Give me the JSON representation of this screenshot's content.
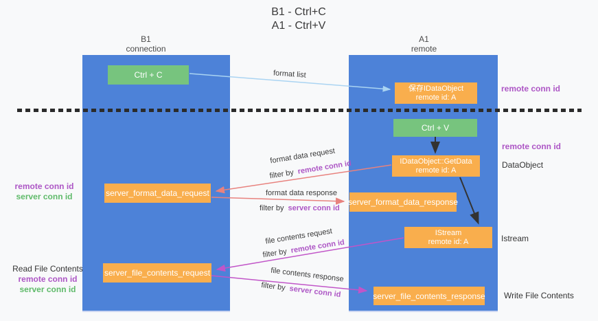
{
  "title": {
    "line1": "B1 - Ctrl+C",
    "line2": "A1 - Ctrl+V"
  },
  "columns": {
    "left": {
      "header_line1": "B1",
      "header_line2": "connection"
    },
    "right": {
      "header_line1": "A1",
      "header_line2": "remote"
    }
  },
  "nodes": {
    "ctrl_c": "Ctrl + C",
    "save_dataobject": {
      "line1": "保存IDataObject",
      "line2": "remote id: A"
    },
    "ctrl_v": "Ctrl + V",
    "getdata": {
      "line1": "IDataObject::GetData",
      "line2": "remote id: A"
    },
    "format_request": "server_format_data_request",
    "format_response": "server_format_data_response",
    "istream": {
      "line1": "IStream",
      "line2": "remote id: A"
    },
    "file_request": "server_file_contents_request",
    "file_response": "server_file_contents_response"
  },
  "side_labels": {
    "remote_conn_id_top": "remote conn id",
    "remote_conn_id_mid": "remote conn id",
    "dataobject": "DataObject",
    "istream": "Istream",
    "write_file_contents": "Write File Contents",
    "left_remote_conn_id_1": "remote conn id",
    "left_server_conn_id_1": "server conn id",
    "read_file_contents": "Read File Contents",
    "left_remote_conn_id_2": "remote conn id",
    "left_server_conn_id_2": "server conn id"
  },
  "arrow_labels": {
    "format_list": "format list",
    "format_data_request": "format data request",
    "filter_by_1": "filter by",
    "filter_remote_1": "remote conn id",
    "format_data_response": "format data response",
    "filter_by_2": "filter by",
    "filter_server_2": "server conn id",
    "file_contents_request": "file contents request",
    "filter_by_3": "filter by",
    "filter_remote_3": "remote conn id",
    "file_contents_response": "file contents response",
    "filter_by_4": "filter by",
    "filter_server_4": "server conn id"
  },
  "colors": {
    "column_blue": "#4d82d8",
    "box_green": "#77c47e",
    "box_orange": "#f9ae4d",
    "arrow_red": "#e8827e",
    "arrow_magenta": "#c155c8",
    "arrow_light_blue": "#aad4f2",
    "arrow_black": "#333333",
    "text_purple": "#ad56c5",
    "text_green": "#5fba6a"
  }
}
